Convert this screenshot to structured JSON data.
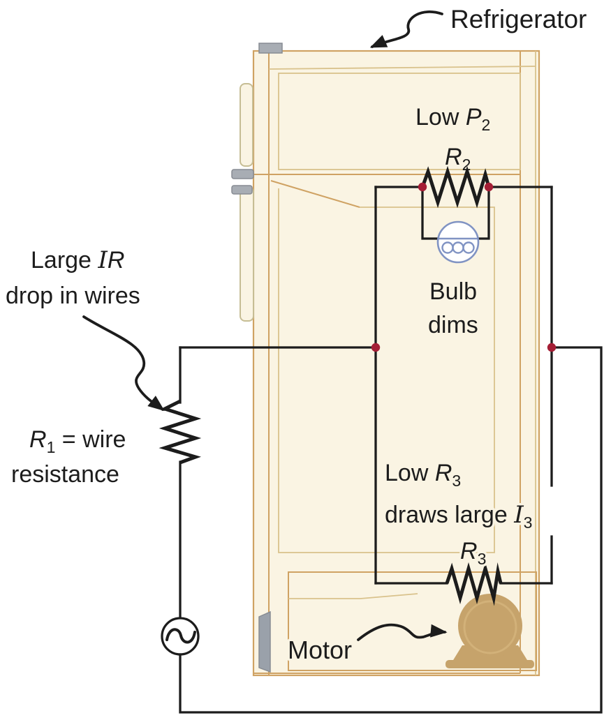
{
  "figure": {
    "type": "circuit-diagram",
    "description": "Refrigerator supplied through wires with resistance; bulb and motor branches"
  },
  "labels": {
    "refrigerator": "Refrigerator",
    "low_p2": {
      "prefix": "Low ",
      "symbol": "P",
      "subscript": "2"
    },
    "r2": {
      "symbol": "R",
      "subscript": "2"
    },
    "bulb_dims": {
      "line1": "Bulb",
      "line2": "dims"
    },
    "large_ir": {
      "prefix": "Large ",
      "symbol_i": "I",
      "symbol_r": "R",
      "line2": "drop in wires"
    },
    "r1": {
      "symbol": "R",
      "subscript": "1",
      "suffix": " = wire",
      "line2": "resistance"
    },
    "low_r3": {
      "prefix": "Low ",
      "symbol": "R",
      "subscript": "3"
    },
    "draws_large_i3": {
      "prefix": "draws large ",
      "symbol": "I",
      "subscript": "3"
    },
    "r3": {
      "symbol": "R",
      "subscript": "3"
    },
    "motor": "Motor"
  },
  "colors": {
    "background": "#ffffff",
    "wire": "#1c1c1c",
    "junction_dot": "#a41e35",
    "fridge_fill": "#faf4e3",
    "fridge_outline": "#cfa263",
    "fridge_inner_line": "#d9c28c",
    "handle_outline": "#c6bd94",
    "hinge_gray": "#a8adb4",
    "motor_fill": "#c6a36b",
    "motor_highlight": "#d2b179",
    "bulb_stroke": "#8093c3",
    "text": "#1c1c1c"
  }
}
